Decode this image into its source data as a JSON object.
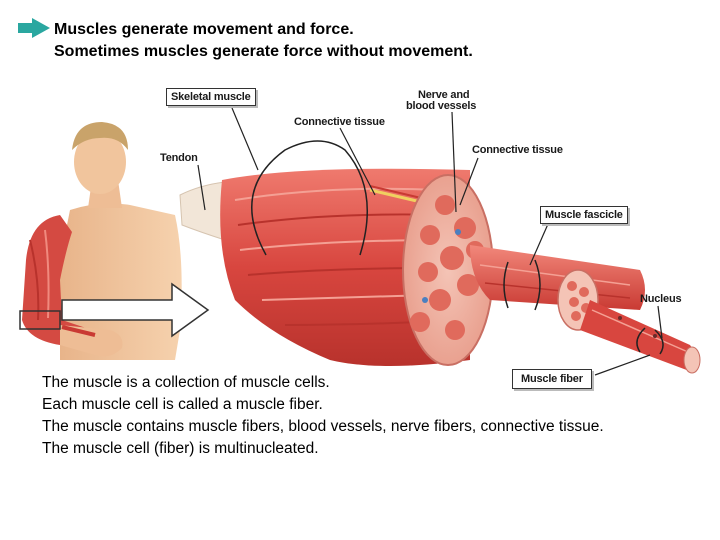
{
  "header": {
    "line1": "Muscles generate movement and force.",
    "line2": "Sometimes muscles generate force without movement."
  },
  "labels": {
    "skeletal_muscle": "Skeletal muscle",
    "connective_tissue_left": "Connective tissue",
    "nerve_line1": "Nerve and",
    "nerve_line2": "blood vessels",
    "tendon": "Tendon",
    "connective_tissue_right": "Connective tissue",
    "muscle_fascicle": "Muscle fascicle",
    "nucleus": "Nucleus",
    "muscle_fiber": "Muscle fiber"
  },
  "body_text": [
    "The muscle is a collection of muscle cells.",
    "Each muscle cell is called a muscle fiber.",
    "The muscle contains muscle fibers, blood vessels, nerve fibers, connective tissue.",
    "The muscle cell (fiber) is multinucleated."
  ],
  "colors": {
    "accent_arrow": "#2aa7a0",
    "muscle": "#e0524a",
    "muscle_light": "#f08a7e",
    "skin": "#f3c9a0",
    "tendon": "#f2e6d8"
  }
}
